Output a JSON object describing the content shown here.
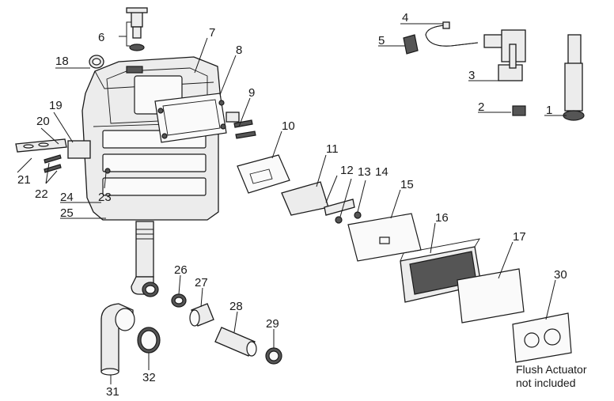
{
  "callouts": {
    "c1": "1",
    "c2": "2",
    "c3": "3",
    "c4": "4",
    "c5": "5",
    "c6": "6",
    "c7": "7",
    "c8": "8",
    "c9": "9",
    "c10": "10",
    "c11": "11",
    "c12": "12",
    "c13": "13",
    "c14": "14",
    "c15": "15",
    "c16": "16",
    "c17": "17",
    "c18": "18",
    "c19": "19",
    "c20": "20",
    "c21": "21",
    "c22": "22",
    "c23": "23",
    "c24": "24",
    "c25": "25",
    "c26": "26",
    "c27": "27",
    "c28": "28",
    "c29": "29",
    "c30": "30",
    "c31": "31",
    "c32": "32"
  },
  "note": {
    "line1": "Flush Actuator",
    "line2": "not included"
  }
}
